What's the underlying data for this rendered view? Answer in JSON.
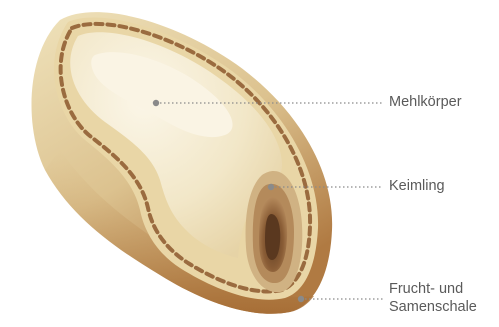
{
  "labels": {
    "endosperm": "Mehlkörper",
    "germ": "Keimling",
    "husk_line1": "Frucht- und",
    "husk_line2": "Samenschale"
  },
  "colors": {
    "outer_shell": "#e3cf9f",
    "shell_shadow": "#b8864e",
    "endosperm": "#f1e6c5",
    "endosperm_light": "#f7f0dc",
    "aleurone_dots": "#9a6b3f",
    "germ_outer": "#c9a87b",
    "germ_mid": "#a57a4e",
    "germ_inner": "#6e4a2c",
    "leader_line": "#8a8a8a",
    "text": "#5a5a5a"
  }
}
